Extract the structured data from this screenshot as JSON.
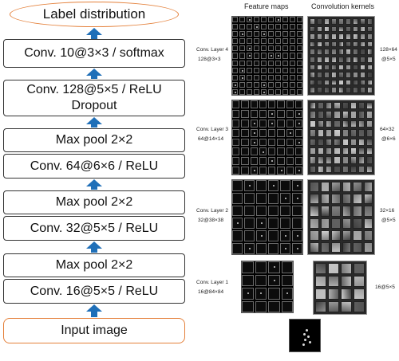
{
  "architecture": {
    "output_label": "Label distribution",
    "layers": [
      {
        "lines": [
          "Conv. 10@3×3 / softmax"
        ]
      },
      {
        "lines": [
          "Conv. 128@5×5 / ReLU",
          "Dropout"
        ]
      },
      {
        "lines": [
          "Max pool 2×2"
        ]
      },
      {
        "lines": [
          "Conv. 64@6×6 / ReLU"
        ]
      },
      {
        "lines": [
          "Max pool 2×2"
        ]
      },
      {
        "lines": [
          "Conv. 32@5×5 / ReLU"
        ]
      },
      {
        "lines": [
          "Max pool 2×2"
        ]
      },
      {
        "lines": [
          "Conv. 16@5×5 / ReLU"
        ]
      }
    ],
    "input_label": "Input image"
  },
  "visualization": {
    "feature_maps_header": "Feature maps",
    "kernels_header": "Convolution kernels",
    "rows": [
      {
        "layer_name": "Conv. Layer 4",
        "layer_size": "128@3×3",
        "kernel_dims": "128×64",
        "kernel_size": "@5×5"
      },
      {
        "layer_name": "Conv. Layer 3",
        "layer_size": "64@14×14",
        "kernel_dims": "64×32",
        "kernel_size": "@6×6"
      },
      {
        "layer_name": "Conv. Layer 2",
        "layer_size": "32@38×38",
        "kernel_dims": "32×16",
        "kernel_size": "@5×5"
      },
      {
        "layer_name": "Conv. Layer 1",
        "layer_size": "16@84×84",
        "kernel_dims": "16@5×5",
        "kernel_size": ""
      }
    ]
  },
  "colors": {
    "arrow": "#1f6fb8",
    "io_border": "#e4803a",
    "box_border": "#333333"
  }
}
